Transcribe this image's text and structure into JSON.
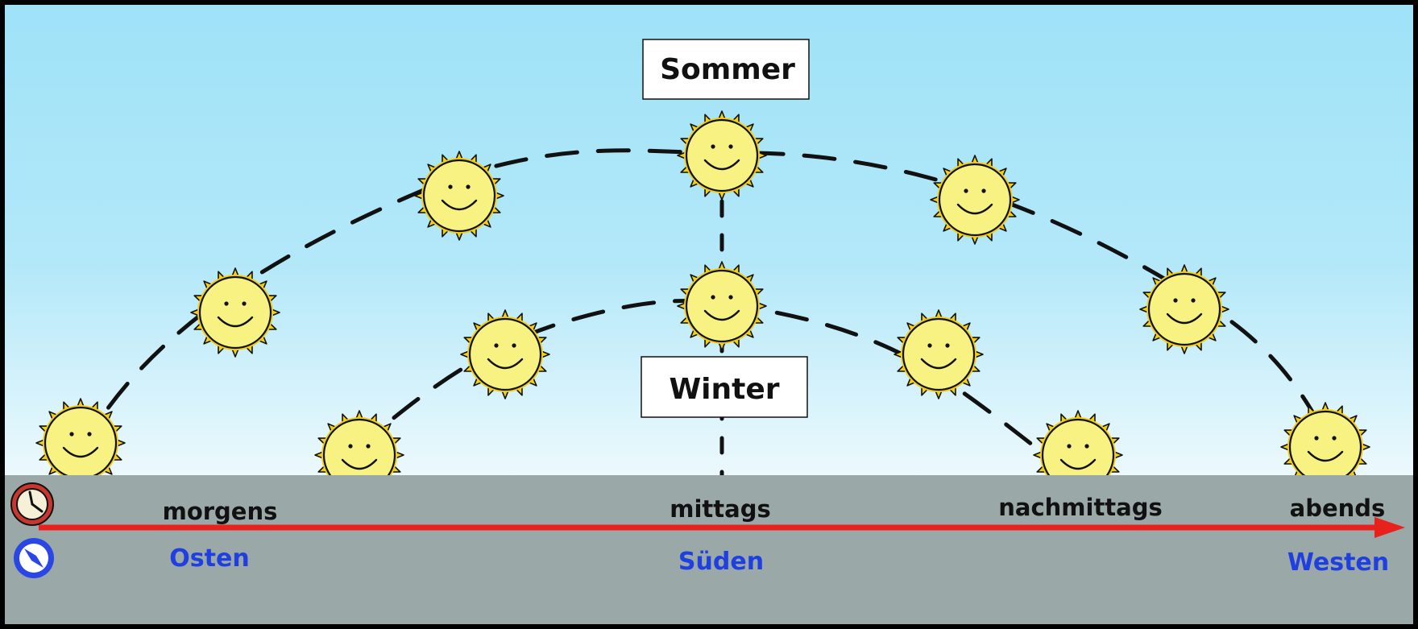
{
  "labels": {
    "summer": "Sommer",
    "winter": "Winter"
  },
  "times": {
    "morning": "morgens",
    "noon": "mittags",
    "afternoon": "nachmittags",
    "evening": "abends"
  },
  "directions": {
    "east": "Osten",
    "south": "Süden",
    "west": "Westen"
  },
  "icons": {
    "clock": "clock-icon",
    "compass": "compass-icon",
    "sun": "sun-icon"
  },
  "colors": {
    "sky_top": "#9fe2f8",
    "sky_bottom": "#ecf9fd",
    "ground": "#9aa8a7",
    "sun_fill": "#f7f281",
    "sun_rays": "#f3ce17",
    "arrow": "#e8211c",
    "time_text": "#111111",
    "direction_text": "#1f3fe0",
    "frame": "#000000"
  }
}
